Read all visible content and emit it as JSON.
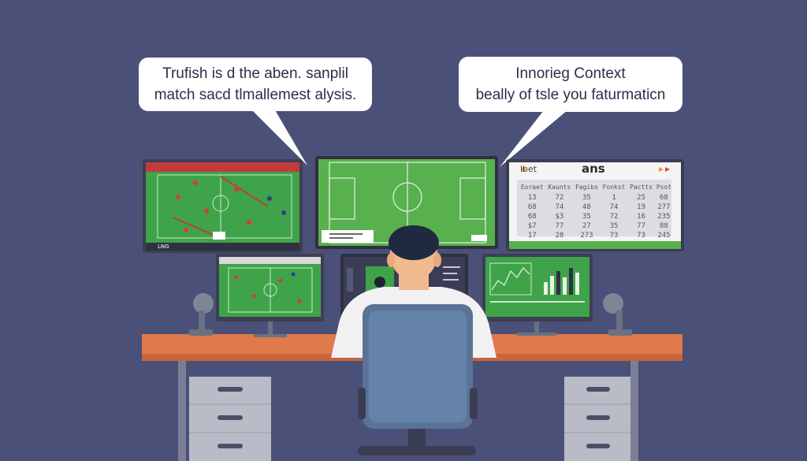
{
  "bubbles": {
    "left": {
      "line1": "Trufish is d the aben. sanplil",
      "line2": "match sacd tlmallemest alysis."
    },
    "right": {
      "line1": "Innorieg Context",
      "line2": "beally of tsle you faturmaticn"
    }
  },
  "stats_panel": {
    "header": "lbet",
    "title": "ans",
    "columns": [
      "Eoraet",
      "Kaunts",
      "Fagibs",
      "Fonkst",
      "Pactts",
      "Psot"
    ],
    "rows": [
      [
        "13",
        "72",
        "35",
        "1",
        "25",
        "68"
      ],
      [
        "68",
        "74",
        "48",
        "74",
        "19",
        "277"
      ],
      [
        "68",
        "$3",
        "35",
        "72",
        "16",
        "235"
      ],
      [
        "$7",
        "77",
        "27",
        "35",
        "77",
        "88"
      ],
      [
        "17",
        "28",
        "273",
        "73",
        "73",
        "245"
      ]
    ]
  },
  "small_screen": {
    "label": "LNG"
  },
  "colors": {
    "background": "#4b5078",
    "pitch": "#4caf50",
    "desk": "#e07a4a",
    "chair": "#5a7396",
    "bubble": "#ffffff"
  }
}
